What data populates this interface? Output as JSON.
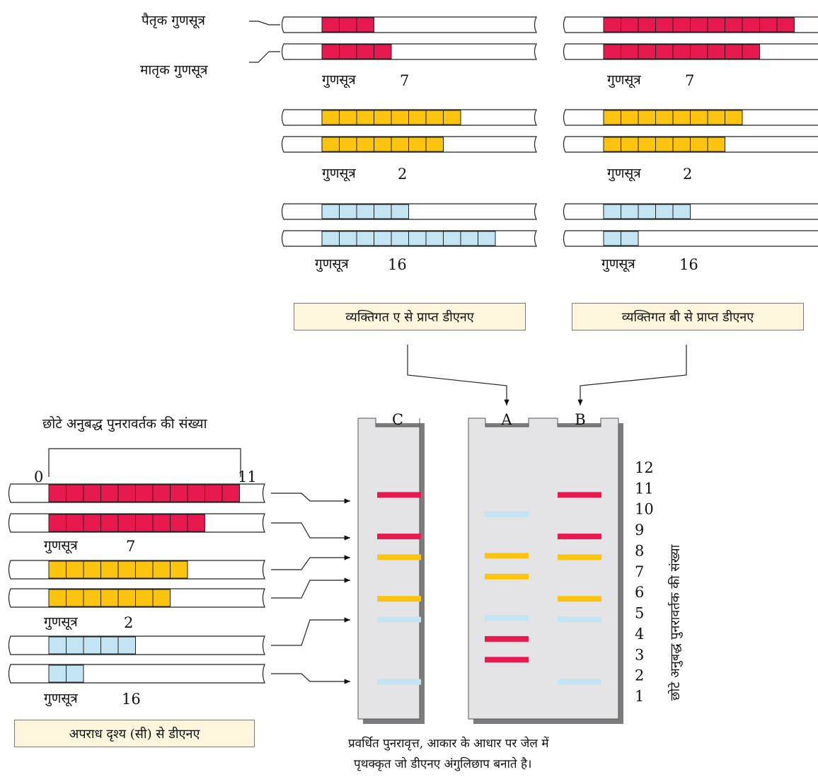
{
  "colors": {
    "chr7": "#e8194f",
    "chr2": "#fcc40f",
    "chr16": "#c3e4f3",
    "gel": "#e4e4e6",
    "gel_shadow": "#7c7c7c",
    "label_box": "#fdf6dd"
  },
  "labels": {
    "paternal": "पैतृक गुणसूत्र",
    "maternal": "मातृक गुणसूत्र",
    "chromosome": "गुणसूत्र",
    "chr7": "7",
    "chr2": "2",
    "chr16": "16",
    "source_a": "व्यक्तिगत ए से प्राप्त डीएनए",
    "source_b": "व्यक्तिगत बी से प्राप्त डीएनए",
    "source_c": "अपराध दृश्य (सी) से डीएनए",
    "repeat_count": "छोटे अनुबद्ध पुनरावर्तक की संख्या",
    "scale_min": "0",
    "scale_max": "11",
    "gel_axis_label": "छोटे अनुबद्ध पुनरावर्तक की संख्या",
    "caption_line1": "प्रवर्धित पुनरावृत्त, आकार के आधार पर जेल में",
    "caption_line2": "पृथक्कृत जो डीएनए अंगुलिछाप बनाते है।"
  },
  "lanes": [
    "C",
    "A",
    "B"
  ],
  "ladder": [
    "12",
    "11",
    "10",
    "9",
    "8",
    "7",
    "6",
    "5",
    "4",
    "3",
    "2",
    "1"
  ],
  "individual_a": {
    "chr7": [
      3,
      4
    ],
    "chr2": [
      8,
      7
    ],
    "chr16": [
      5,
      10
    ]
  },
  "individual_b": {
    "chr7": [
      11,
      9
    ],
    "chr2": [
      8,
      7
    ],
    "chr16": [
      5,
      2
    ]
  },
  "crime_scene_c": {
    "chr7": [
      11,
      9
    ],
    "chr2": [
      8,
      7
    ],
    "chr16": [
      5,
      2
    ]
  },
  "gel_bands": {
    "C": [
      {
        "chr": "chr7",
        "repeats": 11
      },
      {
        "chr": "chr7",
        "repeats": 9
      },
      {
        "chr": "chr2",
        "repeats": 8
      },
      {
        "chr": "chr2",
        "repeats": 6
      },
      {
        "chr": "chr16",
        "repeats": 5
      },
      {
        "chr": "chr16",
        "repeats": 2
      }
    ],
    "A": [
      {
        "chr": "chr16",
        "repeats": 10
      },
      {
        "chr": "chr2",
        "repeats": 8
      },
      {
        "chr": "chr2",
        "repeats": 7
      },
      {
        "chr": "chr16",
        "repeats": 5
      },
      {
        "chr": "chr7",
        "repeats": 4
      },
      {
        "chr": "chr7",
        "repeats": 3
      }
    ],
    "B": [
      {
        "chr": "chr7",
        "repeats": 11
      },
      {
        "chr": "chr7",
        "repeats": 9
      },
      {
        "chr": "chr2",
        "repeats": 8
      },
      {
        "chr": "chr2",
        "repeats": 6
      },
      {
        "chr": "chr16",
        "repeats": 5
      },
      {
        "chr": "chr16",
        "repeats": 2
      }
    ]
  }
}
